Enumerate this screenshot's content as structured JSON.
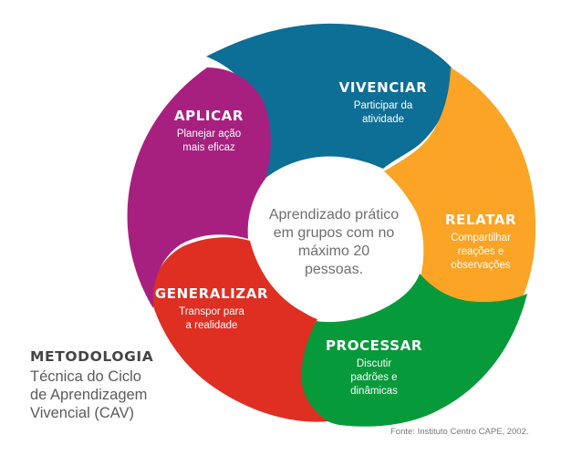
{
  "colors": {
    "vivenciar": "#0d6e96",
    "relatar": "#fba426",
    "processar": "#069a3b",
    "generalizar": "#de2f22",
    "aplicar": "#a8207f",
    "background": "#ffffff"
  },
  "stages": [
    {
      "key": "vivenciar",
      "title": "VIVENCIAR",
      "description": "Participar da\natividade"
    },
    {
      "key": "relatar",
      "title": "RELATAR",
      "description": "Compartilhar\nreações e\nobservações"
    },
    {
      "key": "processar",
      "title": "PROCESSAR",
      "description": "Discutir\npadrões e\ndinâmicas"
    },
    {
      "key": "generalizar",
      "title": "GENERALIZAR",
      "description": "Transpor para\na realidade"
    },
    {
      "key": "aplicar",
      "title": "APLICAR",
      "description": "Planejar ação\nmais eficaz"
    }
  ],
  "center": {
    "text": "Aprendizado prático\nem grupos com no\nmáximo 20\npessoas."
  },
  "legend": {
    "heading": "METODOLOGIA",
    "subtitle": "Técnica do Ciclo\nde Aprendizagem\nVivencial (CAV)"
  },
  "source": "Fonte: Instituto Centro CAPE, 2002."
}
